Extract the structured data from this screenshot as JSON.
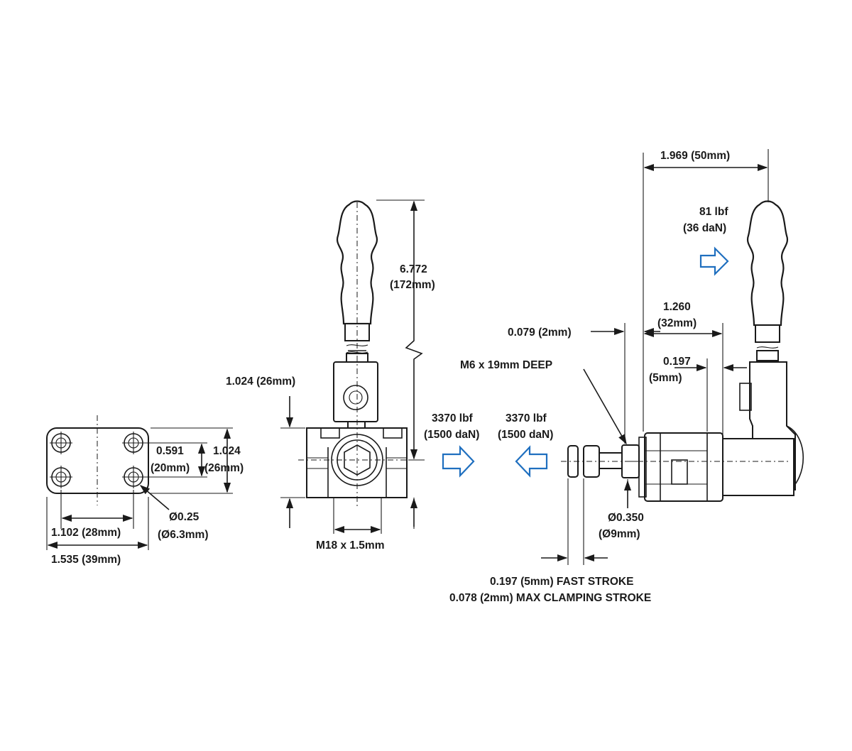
{
  "colors": {
    "line": "#1a1a1a",
    "arrow": "#1f6fbf",
    "background": "#ffffff"
  },
  "base_plate": {
    "height_in": "0.591",
    "height_mm": "(20mm)",
    "outer_height_in": "1.024",
    "outer_height_mm": "(26mm)",
    "hole_spacing": "1.102 (28mm)",
    "width": "1.535 (39mm)",
    "hole_dia_in": "Ø0.25",
    "hole_dia_mm": "(Ø6.3mm)"
  },
  "front_view": {
    "height_in": "6.772",
    "height_mm": "(172mm)",
    "body_height": "1.024 (26mm)",
    "thread": "M18 x 1.5mm"
  },
  "force_labels": {
    "push_force_lbf": "3370 lbf",
    "push_force_dan": "(1500 daN)",
    "pull_force_lbf": "3370 lbf",
    "pull_force_dan": "(1500 daN)"
  },
  "side_view": {
    "handle_offset": "1.969 (50mm)",
    "handle_force_lbf": "81 lbf",
    "handle_force_dan": "(36 daN)",
    "clearance": "0.079 (2mm)",
    "travel_in": "1.260",
    "travel_mm": "(32mm)",
    "gap_in": "0.197",
    "gap_mm": "(5mm)",
    "tapped_hole": "M6 x 19mm DEEP",
    "plunger_dia_in": "Ø0.350",
    "plunger_dia_mm": "(Ø9mm)",
    "fast_stroke": "0.197 (5mm) FAST STROKE",
    "clamping_stroke": "0.078 (2mm) MAX CLAMPING STROKE"
  },
  "icons": [
    "mounting-hole-icon",
    "right-arrow-icon",
    "left-arrow-icon",
    "handle-grip-icon"
  ]
}
